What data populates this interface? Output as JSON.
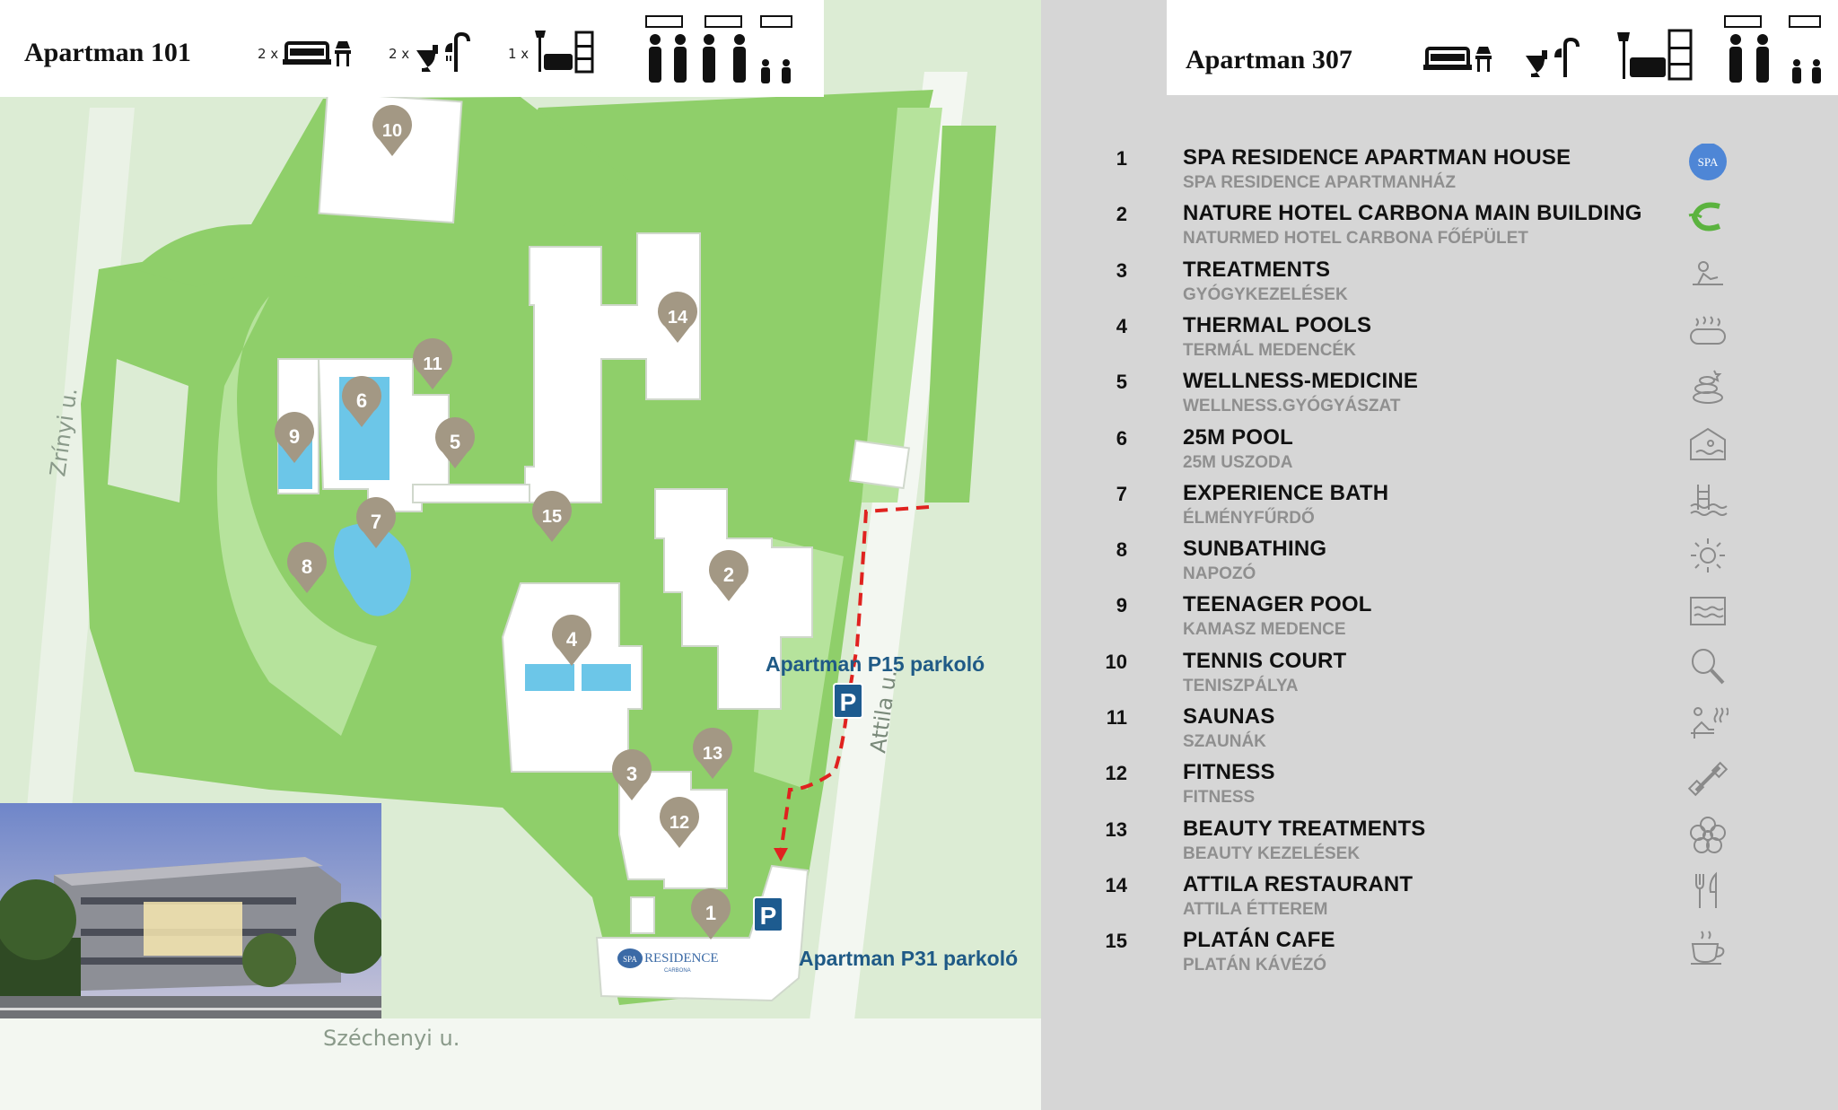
{
  "header_left": {
    "title": "Apartman 101",
    "bed_count": "2 x",
    "bath_count": "2 x",
    "sofa_count": "1 x"
  },
  "header_right": {
    "title": "Apartman 307"
  },
  "map": {
    "parking_p15_label": "Apartman P15 parkoló",
    "parking_p31_label": "Apartman P31 parkoló",
    "parking_symbol": "P",
    "street_zrinyi": "Zrínyi u.",
    "street_attila": "Attila u.",
    "street_szechenyi": "Széchenyi u.",
    "residence_logo_text": "RESIDENCE",
    "residence_logo_spa": "SPA",
    "residence_logo_sub": "CARBONA",
    "colors": {
      "grass": "#8fcf6a",
      "light_grass": "#dcecd4",
      "building": "#ffffff",
      "pool": "#6cc6e8",
      "marker": "#a39884",
      "route": "#e0221f",
      "parking": "#1d5b8f"
    },
    "markers": [
      "1",
      "2",
      "3",
      "4",
      "5",
      "6",
      "7",
      "8",
      "9",
      "10",
      "11",
      "12",
      "13",
      "14",
      "15"
    ]
  },
  "legend": {
    "items": [
      {
        "num": "1",
        "en": "SPA RESIDENCE APARTMAN HOUSE",
        "hu": "SPA RESIDENCE APARTMANHÁZ",
        "icon": "spa-logo-icon"
      },
      {
        "num": "2",
        "en": "NATURE HOTEL CARBONA MAIN BUILDING",
        "hu": "NATURMED HOTEL CARBONA FŐÉPÜLET",
        "icon": "carbona-logo-icon"
      },
      {
        "num": "3",
        "en": "TREATMENTS",
        "hu": "GYÓGYKEZELÉSEK",
        "icon": "treatment-icon"
      },
      {
        "num": "4",
        "en": "THERMAL POOLS",
        "hu": "TERMÁL MEDENCÉK",
        "icon": "thermal-pool-icon"
      },
      {
        "num": "5",
        "en": "WELLNESS-MEDICINE",
        "hu": "WELLNESS.GYÓGYÁSZAT",
        "icon": "wellness-stones-icon"
      },
      {
        "num": "6",
        "en": "25M POOL",
        "hu": "25M USZODA",
        "icon": "indoor-pool-icon"
      },
      {
        "num": "7",
        "en": "EXPERIENCE BATH",
        "hu": "ÉLMÉNYFŰRDŐ",
        "icon": "pool-ladder-icon"
      },
      {
        "num": "8",
        "en": "SUNBATHING",
        "hu": "NAPOZÓ",
        "icon": "sun-icon"
      },
      {
        "num": "9",
        "en": "TEENAGER POOL",
        "hu": "KAMASZ MEDENCE",
        "icon": "teen-pool-icon"
      },
      {
        "num": "10",
        "en": "TENNIS COURT",
        "hu": "TENISZPÁLYA",
        "icon": "tennis-racket-icon"
      },
      {
        "num": "11",
        "en": "SAUNAS",
        "hu": "SZAUNÁK",
        "icon": "sauna-icon"
      },
      {
        "num": "12",
        "en": "FITNESS",
        "hu": "FITNESS",
        "icon": "dumbbell-icon"
      },
      {
        "num": "13",
        "en": "BEAUTY TREATMENTS",
        "hu": "BEAUTY KEZELÉSEK",
        "icon": "flower-icon"
      },
      {
        "num": "14",
        "en": "ATTILA RESTAURANT",
        "hu": "ATTILA ÉTTEREM",
        "icon": "fork-knife-icon"
      },
      {
        "num": "15",
        "en": "PLATÁN CAFE",
        "hu": "PLATÁN KÁVÉZÓ",
        "icon": "coffee-cup-icon"
      }
    ]
  }
}
